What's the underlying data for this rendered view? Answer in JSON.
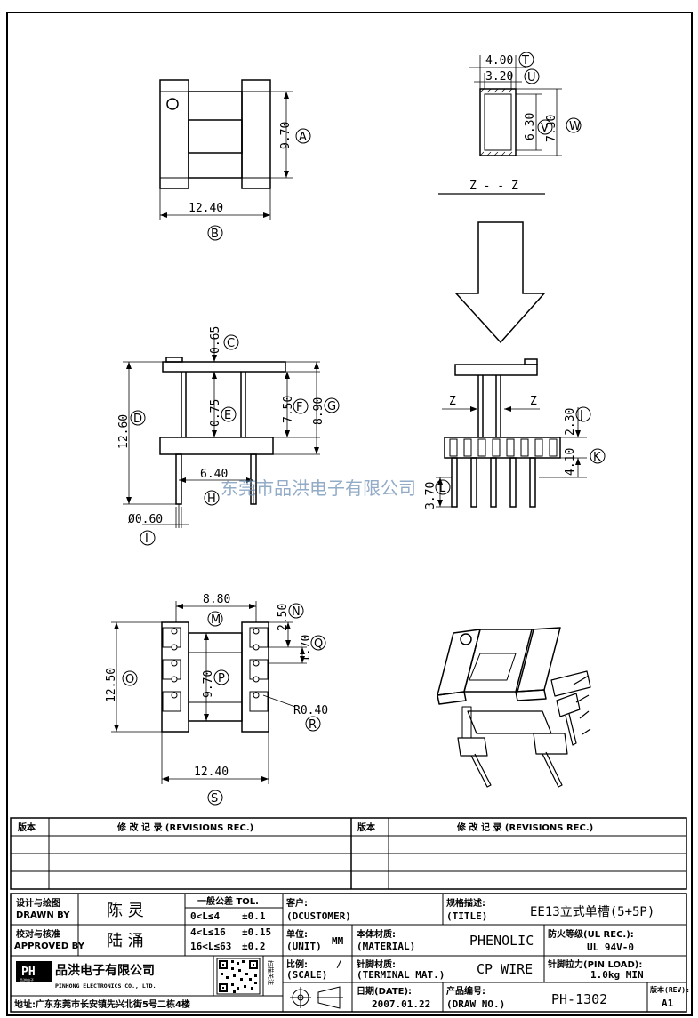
{
  "views": {
    "top": {
      "dim_height": "9.70",
      "dim_width": "12.40",
      "label_height": "A",
      "label_width": "B"
    },
    "section": {
      "dim_outer_w": "4.00",
      "dim_inner_w": "3.20",
      "dim_inner_h": "6.30",
      "dim_outer_h": "7.30",
      "label_T": "T",
      "label_U": "U",
      "label_V": "V",
      "label_W": "W",
      "title": "Z - - Z"
    },
    "front": {
      "dim_flange_top": "0.65",
      "dim_total_h": "12.60",
      "dim_core": "0.75",
      "dim_window": "7.50",
      "dim_body": "8.90",
      "dim_pitch": "6.40",
      "dim_pin_dia": "Ø0.60",
      "label_C": "C",
      "label_D": "D",
      "label_E": "E",
      "label_F": "F",
      "label_G": "G",
      "label_H": "H",
      "label_I": "I"
    },
    "side": {
      "z_left": "Z",
      "z_right": "Z",
      "dim_base": "2.30",
      "dim_pin_len": "4.10",
      "dim_pin_out": "3.70",
      "label_J": "J",
      "label_K": "K",
      "label_L": "L"
    },
    "bottom": {
      "dim_width": "8.80",
      "dim_slot": "2.50",
      "dim_pitch": "1.70",
      "dim_outer_h": "12.50",
      "dim_inner_h": "9.70",
      "dim_radius": "R0.40",
      "dim_length": "12.40",
      "label_M": "M",
      "label_N": "N",
      "label_O": "O",
      "label_P": "P",
      "label_Q": "Q",
      "label_R": "R",
      "label_S": "S"
    },
    "watermark": "东莞市品洪电子有限公司"
  },
  "revisions": {
    "version_header": "版本",
    "rec_header": "修 改 记 录 (REVISIONS REC.)"
  },
  "titleblock": {
    "design_cn": "设计与绘图",
    "design_en": "DRAWN BY",
    "designer": "陈 灵",
    "check_cn": "校对与核准",
    "check_en": "APPROVED BY",
    "checker": "陆 涌",
    "tol_title": "一般公差 TOL.",
    "tol_rows": [
      {
        "range": "0<L≤4",
        "value": "±0.1"
      },
      {
        "range": "4<L≤16",
        "value": "±0.15"
      },
      {
        "range": "16<L≤63",
        "value": "±0.2"
      }
    ],
    "customer_cn": "客户:",
    "customer_en": "(DCUSTOMER)",
    "title_cn": "规格描述:",
    "title_en": "(TITLE)",
    "title_value": "EE13立式单槽(5+5P)",
    "unit_cn": "单位:",
    "unit_en": "(UNIT)",
    "unit_value": "MM",
    "material_cn": "本体材质:",
    "material_en": "(MATERIAL)",
    "material_value": "PHENOLIC",
    "fire_cn": "防火等级(UL REC.):",
    "fire_value": "UL 94V-0",
    "scale_cn": "比例:",
    "scale_en": "(SCALE)",
    "scale_value": "/",
    "terminal_cn": "针脚材质:",
    "terminal_en": "(TERMINAL MAT.)",
    "terminal_value": "CP WIRE",
    "pinload_cn": "针脚拉力(PIN LOAD):",
    "pinload_value": "1.0kg MIN",
    "date_cn": "日期(DATE):",
    "date_value": "2007.01.22",
    "drawno_cn": "产品编号:",
    "drawno_en": "(DRAW NO.)",
    "drawno_value": "PH-1302",
    "rev_cn": "版本(REV):",
    "rev_value": "A1",
    "company_logo": "PH",
    "company_logo_sub": "品洪电子",
    "company_cn": "品洪电子有限公司",
    "company_en": "PINHONG ELECTRONICS CO., LTD.",
    "qr_side": "扫描关注",
    "address": "地址:广东东莞市长安镇先兴北街5号二栋4楼"
  }
}
